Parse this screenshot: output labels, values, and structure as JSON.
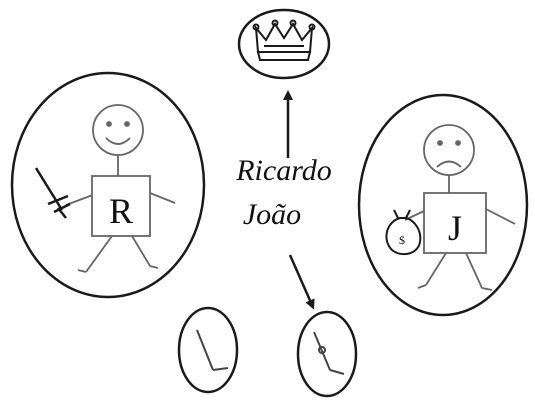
{
  "names": {
    "first": "Ricardo",
    "second": "João"
  },
  "figures": {
    "left": {
      "letter": "R",
      "face": "happy",
      "holds": "sword"
    },
    "right": {
      "letter": "J",
      "face": "sad",
      "holds": "money-bag",
      "bag_mark": "$"
    }
  },
  "top_item": {
    "icon": "crown-icon"
  },
  "bottom_items": [
    {
      "icon": "leg-icon"
    },
    {
      "icon": "leg-icon"
    }
  ],
  "colors": {
    "stroke": "#1a1a1a",
    "background": "#ffffff"
  }
}
